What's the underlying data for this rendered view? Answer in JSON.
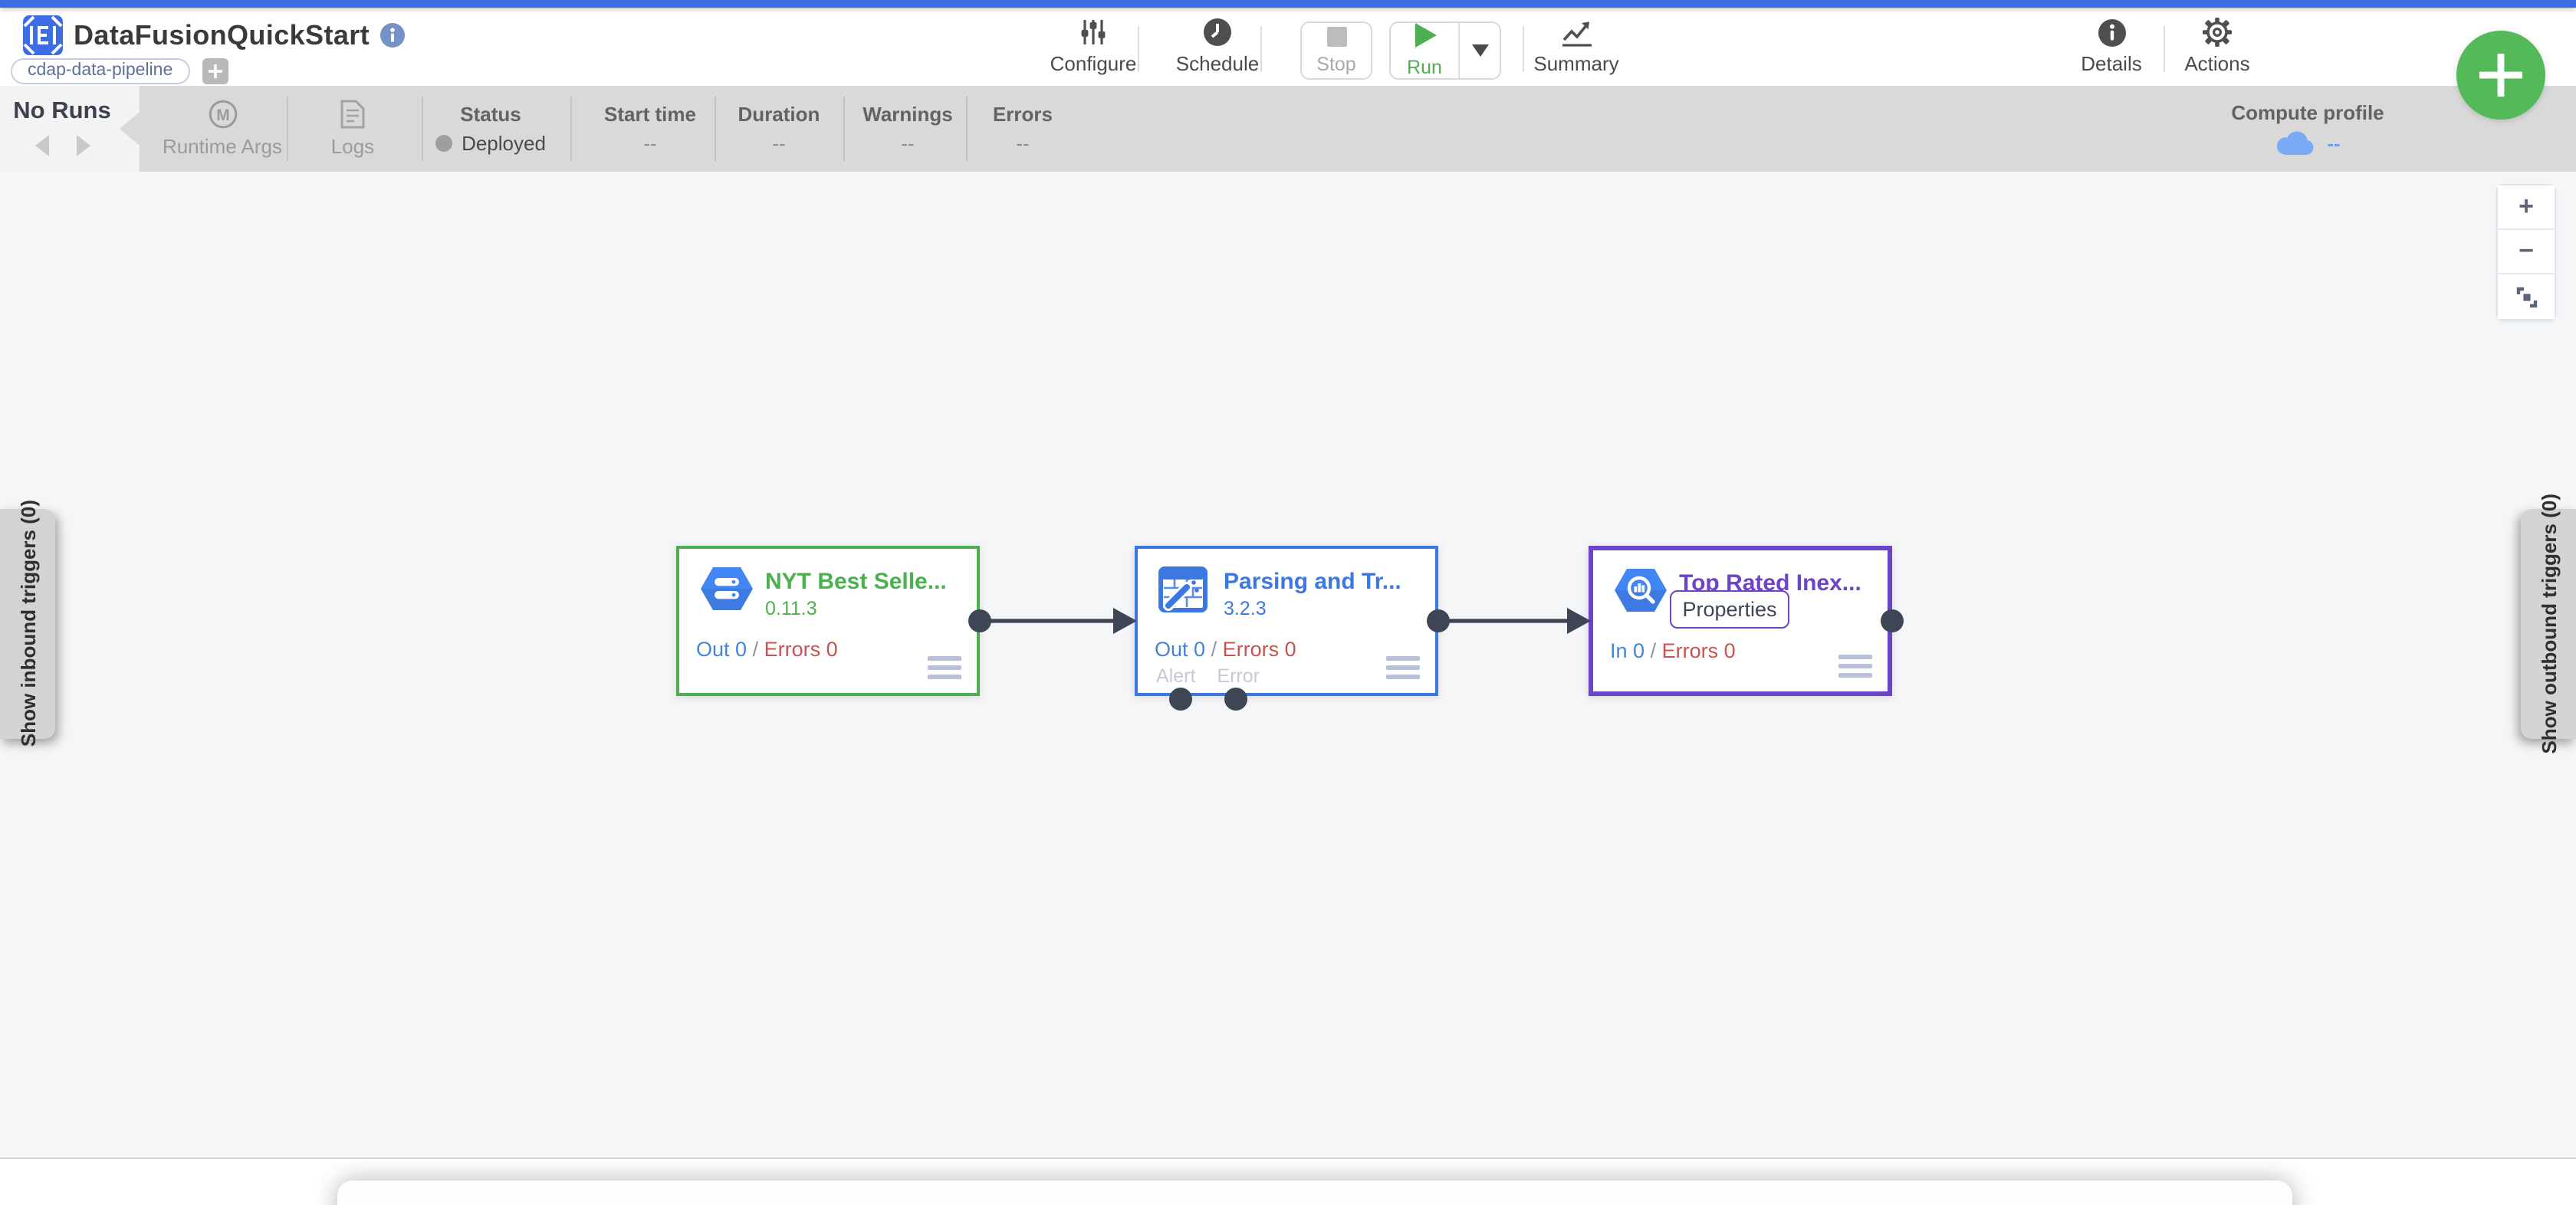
{
  "colors": {
    "topbar_blue": "#3d6de4",
    "run_green": "#4caf50",
    "fab_green": "#54b959",
    "metric_blue": "#4584d8",
    "error_red": "#c75450",
    "compute_cloud_blue": "#7baaf7",
    "port_dark": "#3e4554"
  },
  "header": {
    "title": "DataFusionQuickStart",
    "pipeline_tag": "cdap-data-pipeline",
    "add_tag": "+",
    "toolbar": {
      "configure": "Configure",
      "schedule": "Schedule",
      "stop": "Stop",
      "run": "Run",
      "summary": "Summary",
      "details": "Details",
      "actions": "Actions"
    }
  },
  "runs_bar": {
    "no_runs": "No Runs",
    "runtime_args": "Runtime Args",
    "logs": "Logs",
    "status_label": "Status",
    "status_value": "Deployed",
    "columns": [
      {
        "label": "Start time",
        "value": "--"
      },
      {
        "label": "Duration",
        "value": "--"
      },
      {
        "label": "Warnings",
        "value": "--"
      },
      {
        "label": "Errors",
        "value": "--"
      }
    ],
    "compute_profile_label": "Compute profile",
    "compute_profile_value": "--"
  },
  "canvas": {
    "nodes": [
      {
        "title": "NYT Best Selle...",
        "version": "0.11.3",
        "out_text": "Out 0",
        "slash": "/",
        "errors_text": "Errors 0",
        "icon": "datastore-hexagon",
        "accent": "#4caf50"
      },
      {
        "title": "Parsing and Tr...",
        "version": "3.2.3",
        "out_text": "Out 0",
        "slash": "/",
        "errors_text": "Errors 0",
        "alert_port_label": "Alert",
        "error_port_label": "Error",
        "icon": "wrangler",
        "accent": "#3d78e2"
      },
      {
        "title": "Top Rated Inex...",
        "properties_label": "Properties",
        "out_text": "In 0",
        "slash": "/",
        "errors_text": "Errors 0",
        "icon": "bigquery-hexagon",
        "accent": "#6d44c8"
      }
    ],
    "inbound_triggers_tab": "Show inbound triggers (0)",
    "outbound_triggers_tab": "Show outbound triggers (0)",
    "zoom_controls": {
      "zoom_in": "+",
      "zoom_out": "−"
    }
  }
}
